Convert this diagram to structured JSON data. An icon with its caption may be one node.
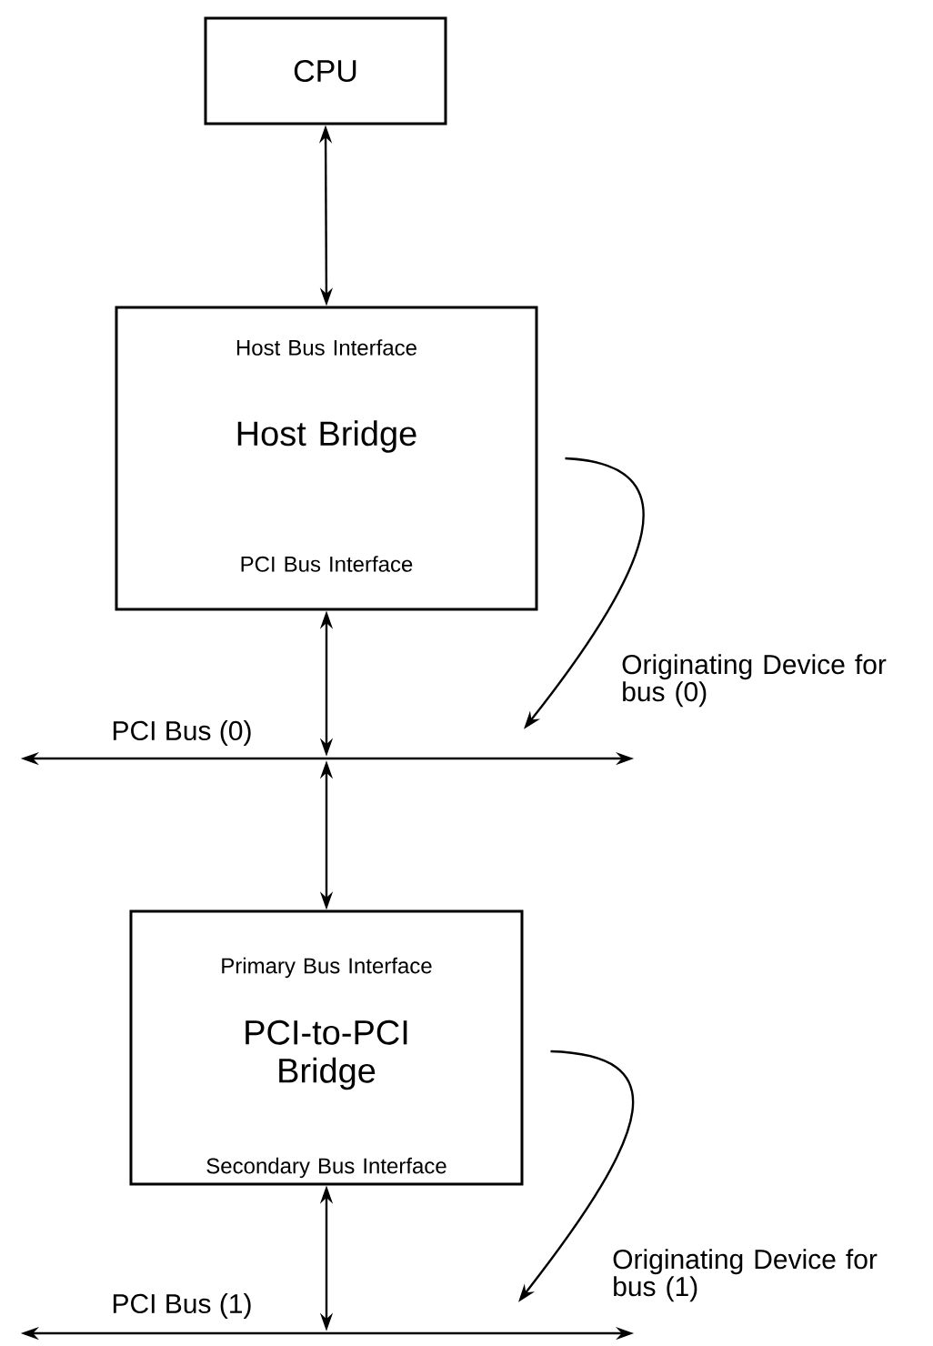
{
  "diagram": {
    "nodes": [
      {
        "text": [
          "CPU"
        ]
      },
      {
        "text": [
          "Host Bus Interface",
          "Host Bridge",
          "PCI Bus Interface"
        ]
      },
      {
        "text": [
          "PCI Bus (0)"
        ]
      },
      {
        "text": [
          "Primary Bus Interface",
          "PCI-to-PCI Bridge",
          "Secondary Bus Interface"
        ]
      },
      {
        "text": [
          "PCI Bus (1)"
        ]
      }
    ],
    "edges": [
      {
        "from": 0,
        "to": 1,
        "arrow": "both"
      },
      {
        "from": 1,
        "to": 2,
        "arrow": "both"
      },
      {
        "from": 2,
        "to": 3,
        "arrow": "both"
      },
      {
        "from": 3,
        "to": 4,
        "arrow": "both"
      },
      {
        "from": 1,
        "to": 2,
        "arrow": "to",
        "label": "Originating Device for bus (0)"
      },
      {
        "from": 3,
        "to": 4,
        "arrow": "to",
        "label": "Originating Device for bus (1)"
      }
    ]
  }
}
